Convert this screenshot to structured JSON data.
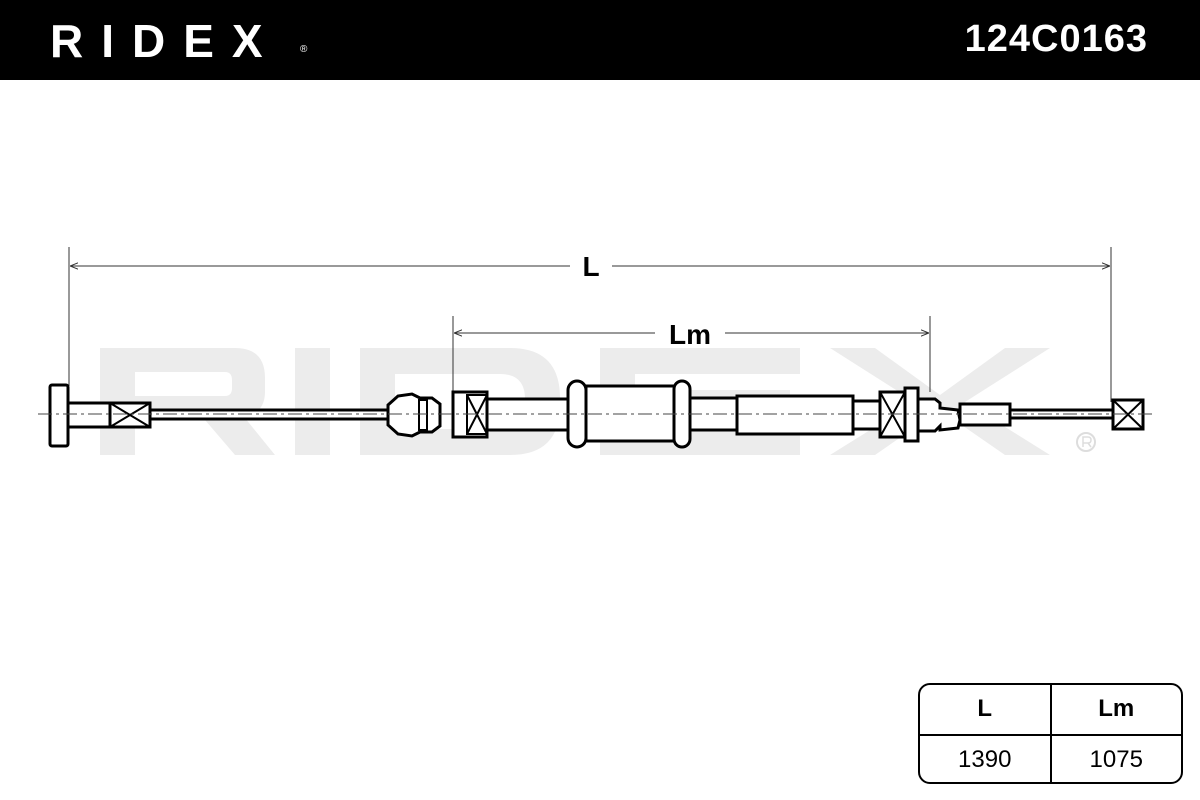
{
  "header": {
    "brand": "RIDEX",
    "registered_mark": "®",
    "part_number": "124C0163"
  },
  "drawing": {
    "dimension_total_label": "L",
    "dimension_sheath_label": "Lm",
    "watermark": "RIDEX"
  },
  "spec_table": {
    "headers": [
      "L",
      "Lm"
    ],
    "values": [
      "1390",
      "1075"
    ]
  }
}
